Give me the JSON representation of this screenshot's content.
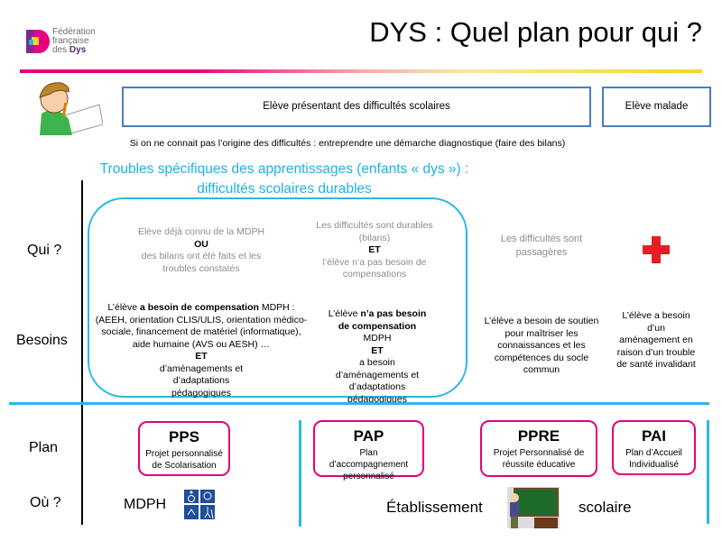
{
  "logo": {
    "line1": "Fédération",
    "line2": "française",
    "line3_a": "des ",
    "line3_b": "Dys"
  },
  "title": "DYS : Quel plan pour qui ?",
  "top_boxes": {
    "left": "Elève présentant des difficultés scolaires",
    "right": "Elève malade"
  },
  "diagnostic_note": "Si on ne connait pas l’origine des difficultés : entreprendre une démarche diagnostique (faire des bilans)",
  "dys_title": {
    "line1": "Troubles spécifiques des apprentissages (enfants « dys ») :",
    "line2": "difficultés scolaires durables"
  },
  "row_labels": {
    "qui": "Qui ?",
    "besoins": "Besoins",
    "plan": "Plan",
    "ou": "Où ?"
  },
  "qui": {
    "col1": {
      "a": "Elève déjà connu de la MDPH",
      "b": "OU",
      "c": "des bilans ont été faits et les troubles constatés"
    },
    "col2": {
      "a": "Les difficultés sont durables (bilans)",
      "b": "ET",
      "c": "l’élève n’a pas besoin de compensations"
    },
    "col3": "Les difficultés sont passagères"
  },
  "besoins": {
    "col1": {
      "a": "L’élève ",
      "b": "a besoin de compensation",
      "c": " MDPH :",
      "d": "(AEEH, orientation CLIS/ULIS, orientation médico-sociale, financement de matériel (informatique), aide humaine (AVS ou AESH) …",
      "e": "ET",
      "f": "d’aménagements et d’adaptations pédagogiques"
    },
    "col2": {
      "a": "L’élève ",
      "b": "n’a pas besoin de compensation",
      "c": " MDPH",
      "d": "ET",
      "e": "a besoin d’aménagements et d’adaptations pédagogiques"
    },
    "col3": "L’élève a besoin de soutien pour maîtriser les connaissances et les compétences du socle commun",
    "col4": "L’élève a besoin d’un aménagement en raison d’un trouble de santé invalidant"
  },
  "plans": [
    {
      "abbr": "PPS",
      "name": "Projet personnalisé de Scolarisation"
    },
    {
      "abbr": "PAP",
      "name": "Plan d’accompagnement personnalisé"
    },
    {
      "abbr": "PPRE",
      "name": "Projet Personnalisé de réussite éducative"
    },
    {
      "abbr": "PAI",
      "name": "Plan d’Accueil Individualisé"
    }
  ],
  "ou": {
    "mdph": "MDPH",
    "etab1": "Établissement",
    "etab2": "scolaire"
  },
  "colors": {
    "pink": "#e4007c",
    "cyan": "#2bb6e8",
    "blue": "#4a7ebb",
    "red": "#e31e24"
  }
}
